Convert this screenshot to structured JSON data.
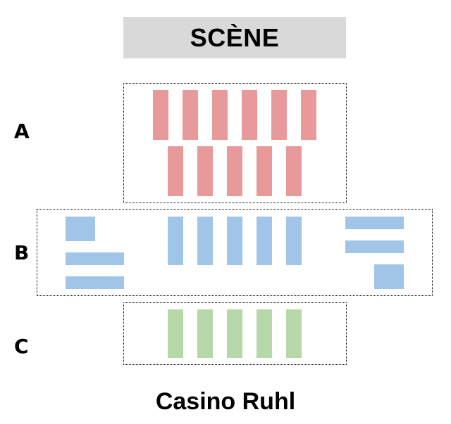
{
  "stage": {
    "label": "SCÈNE",
    "color": "#d9d9d9"
  },
  "sections": [
    {
      "id": "A",
      "label": "A",
      "color": "#e8999a"
    },
    {
      "id": "B",
      "label": "B",
      "color": "#a0c5e8"
    },
    {
      "id": "C",
      "label": "C",
      "color": "#b6d7a8"
    }
  ],
  "venue": {
    "name": "Casino Ruhl"
  }
}
